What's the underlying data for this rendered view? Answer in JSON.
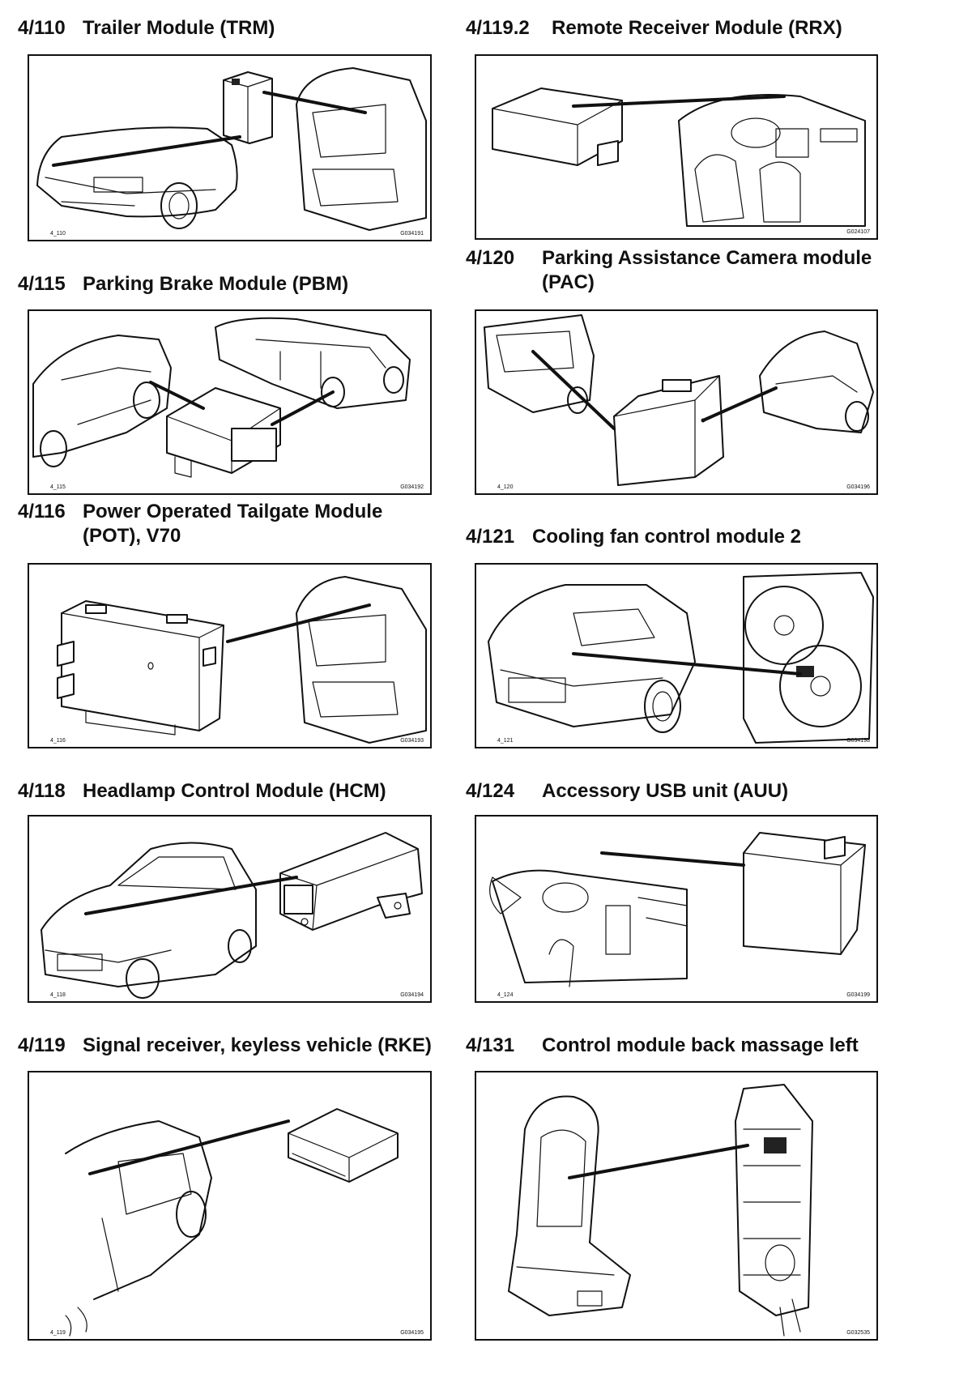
{
  "entries": [
    {
      "num": "4/110",
      "title": "Trailer Module (TRM)",
      "fig_id": "4_110",
      "fig_code": "G034191",
      "icon": "trailer-module-illustration"
    },
    {
      "num": "4/119.2",
      "title": "Remote Receiver Module (RRX)",
      "fig_id": "",
      "fig_code": "G024107",
      "icon": "remote-receiver-illustration"
    },
    {
      "num": "4/115",
      "title": "Parking Brake Module (PBM)",
      "fig_id": "4_115",
      "fig_code": "G034192",
      "icon": "parking-brake-illustration"
    },
    {
      "num": "4/120",
      "title": "Parking Assistance Camera module\n(PAC)",
      "fig_id": "4_120",
      "fig_code": "G034196",
      "icon": "parking-camera-illustration"
    },
    {
      "num": "4/116",
      "title": "Power Operated Tailgate Module\n(POT), V70",
      "fig_id": "4_116",
      "fig_code": "G034193",
      "icon": "tailgate-module-illustration"
    },
    {
      "num": "4/121",
      "title": "Cooling fan control module 2",
      "fig_id": "4_121",
      "fig_code": "G034198",
      "icon": "cooling-fan-illustration"
    },
    {
      "num": "4/118",
      "title": "Headlamp Control Module (HCM)",
      "fig_id": "4_118",
      "fig_code": "G034194",
      "icon": "headlamp-module-illustration"
    },
    {
      "num": "4/124",
      "title": "Accessory USB unit (AUU)",
      "fig_id": "4_124",
      "fig_code": "G034199",
      "icon": "usb-unit-illustration"
    },
    {
      "num": "4/119",
      "title": "Signal receiver, keyless vehicle (RKE)",
      "fig_id": "4_119",
      "fig_code": "G034195",
      "icon": "keyless-receiver-illustration"
    },
    {
      "num": "4/131",
      "title": "Control module back massage left",
      "fig_id": "",
      "fig_code": "G032535",
      "icon": "seat-massage-illustration"
    }
  ]
}
